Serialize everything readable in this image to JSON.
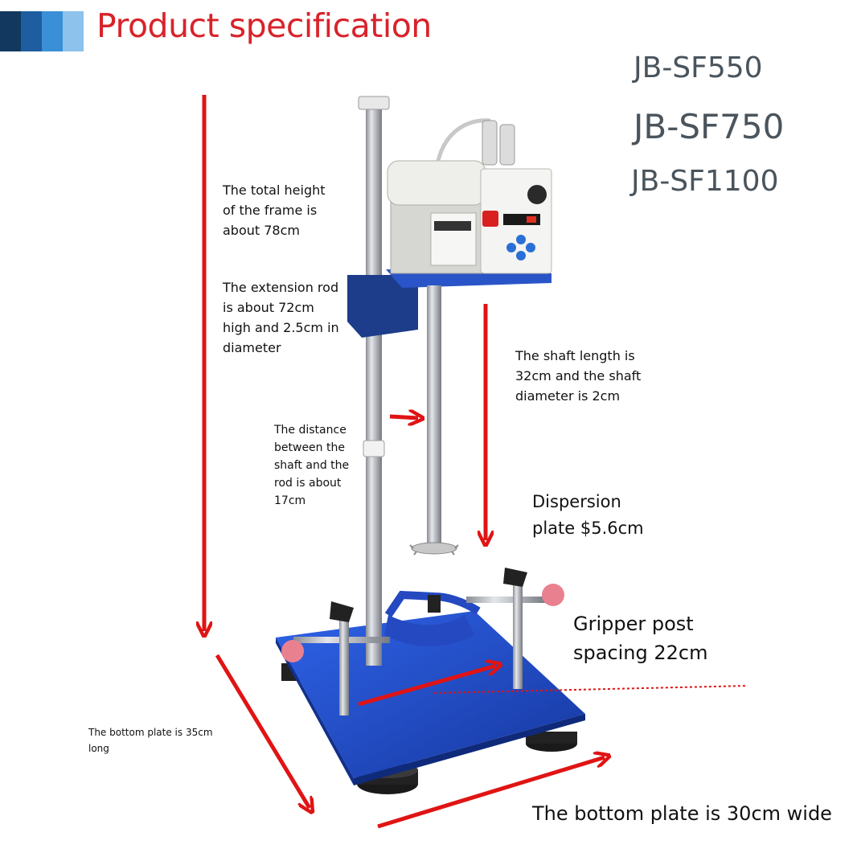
{
  "header": {
    "title": "Product specification",
    "stripe_colors": [
      "#12385f",
      "#1e5ea0",
      "#3a8fd6",
      "#8cc2ec"
    ]
  },
  "models": [
    "JB-SF550",
    "JB-SF750",
    "JB-SF1100"
  ],
  "annotations": {
    "total_height": "The total height\nof the frame is\nabout 78cm",
    "extension_rod": "The extension rod\nis about 72cm\nhigh and 2.5cm in\ndiameter",
    "shaft_length": "The shaft length is\n32cm and the shaft\n diameter is 2cm",
    "shaft_rod_distance": "The distance\nbetween the\nshaft and the\nrod is about\n17cm",
    "dispersion_plate": "Dispersion\nplate $5.6cm",
    "gripper_spacing": "Gripper post\nspacing 22cm",
    "plate_length": "The bottom plate is 35cm\nlong",
    "plate_width": "The bottom plate is 30cm wide"
  },
  "colors": {
    "title_red": "#d8232a",
    "arrow_red": "#e01414",
    "base_blue": "#1f49c9",
    "rod_silver": "#b9bcc2",
    "motor_white": "#eeeeea",
    "model_text": "#4a545c"
  }
}
